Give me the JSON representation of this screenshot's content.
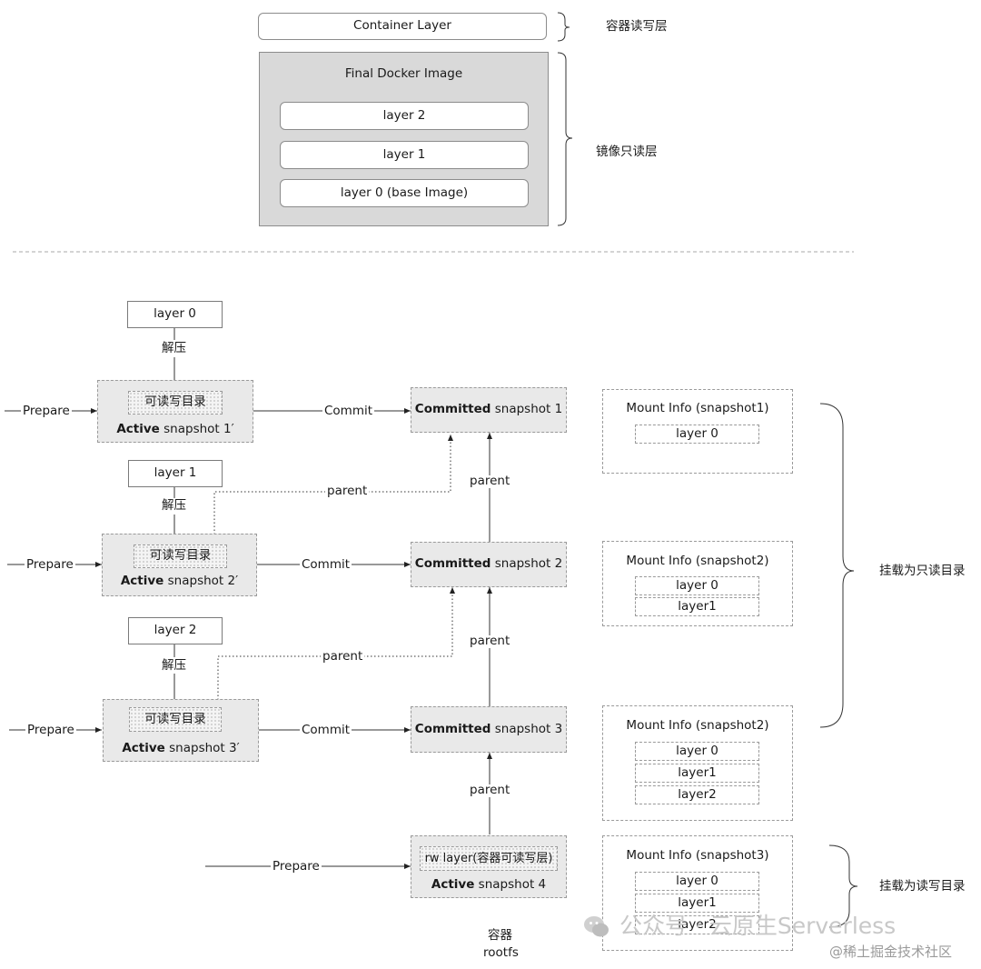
{
  "top": {
    "container_layer": "Container Layer",
    "container_note": "容器读写层",
    "image_title": "Final Docker Image",
    "image_layers": [
      "layer 2",
      "layer 1",
      "layer 0 (base Image)"
    ],
    "image_note": "镜像只读层"
  },
  "flow": {
    "layers": [
      "layer 0",
      "layer 1",
      "layer 2"
    ],
    "decompress": "解压",
    "rw_dir": "可读写目录",
    "active_bold": "Active",
    "active_rest": [
      " snapshot 1′",
      " snapshot 2′",
      " snapshot 3′"
    ],
    "prepare": "Prepare",
    "commit": "Commit",
    "committed_bold": "Committed",
    "committed_rest": [
      " snapshot 1",
      " snapshot 2",
      " snapshot 3"
    ],
    "parent": "parent",
    "rw_layer": "rw layer(容器可读写层)",
    "active4_rest": " snapshot 4",
    "container_caption_1": "容器",
    "container_caption_2": "rootfs"
  },
  "mounts": [
    {
      "title": "Mount Info (snapshot1)",
      "layers": [
        "layer 0"
      ]
    },
    {
      "title": "Mount Info (snapshot2)",
      "layers": [
        "layer 0",
        "layer1"
      ]
    },
    {
      "title": "Mount Info (snapshot2)",
      "layers": [
        "layer 0",
        "layer1",
        "layer2"
      ]
    },
    {
      "title": "Mount Info (snapshot3)",
      "layers": [
        "layer 0",
        "layer1",
        "layer2"
      ]
    }
  ],
  "brace_notes": {
    "readonly": "挂载为只读目录",
    "readwrite": "挂载为读写目录"
  },
  "watermark": {
    "wechat": "公众号 · 云原生Serverless",
    "juejin": "@稀土掘金技术社区"
  }
}
